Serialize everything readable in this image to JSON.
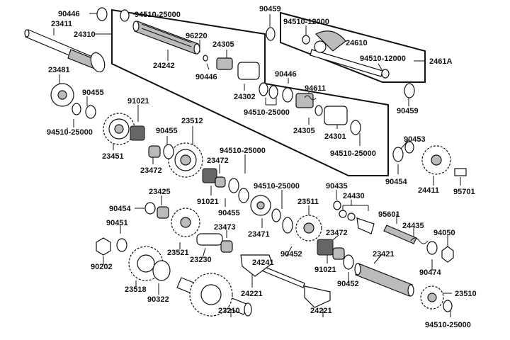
{
  "labels": {
    "p90446a": "90446",
    "p23411": "23411",
    "p24310": "24310",
    "p94510a": "94510-25000",
    "p96220": "96220",
    "p24242": "24242",
    "p24305a": "24305",
    "p90446b": "90446",
    "p90459a": "90459",
    "p94510_12000a": "94510-12000",
    "p24610": "24610",
    "p94510_12000b": "94510-12000",
    "p2461A": "2461A",
    "p23481": "23481",
    "p90455a": "90455",
    "p94510b": "94510-25000",
    "p91021a": "91021",
    "p24302": "24302",
    "p90446c": "90446",
    "p94611": "94611",
    "p94510c": "94510-25000",
    "p90459b": "90459",
    "p23512": "23512",
    "p90455b": "90455",
    "p24305b": "24305",
    "p24301": "24301",
    "p94510d": "94510-25000",
    "p23451": "23451",
    "p23472a": "23472",
    "p94510e": "94510-25000",
    "p23472b": "23472",
    "p90453": "90453",
    "p90454a": "90454",
    "p24411": "24411",
    "p95701": "95701",
    "p91021b": "91021",
    "p90455c": "90455",
    "p94510f": "94510-25000",
    "p90435": "90435",
    "p24430": "24430",
    "p23425": "23425",
    "p90454b": "90454",
    "p23471": "23471",
    "p23511": "23511",
    "p95601": "95601",
    "p90451": "90451",
    "p23473": "23473",
    "p23472c": "23472",
    "p24435": "24435",
    "p94050": "94050",
    "p23521": "23521",
    "p23230": "23230",
    "p90452a": "90452",
    "p24241": "24241",
    "p91021c": "91021",
    "p23421": "23421",
    "p90202": "90202",
    "p90474": "90474",
    "p23518": "23518",
    "p90322": "90322",
    "p90452b": "90452",
    "p24221a": "24221",
    "p23510": "23510",
    "p23210": "23210",
    "p24221b": "24221",
    "p94510g": "94510-25000"
  }
}
